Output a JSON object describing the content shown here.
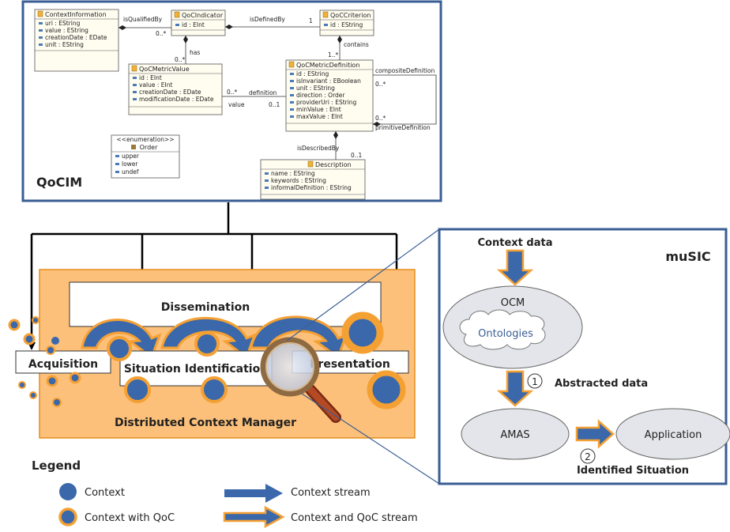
{
  "qocim": {
    "title": "QoCIM",
    "classes": {
      "context_information": {
        "name": "ContextInformation",
        "attrs": [
          "uri : EString",
          "value : EString",
          "creationDate : EDate",
          "unit : EString"
        ]
      },
      "qoc_indicator": {
        "name": "QoCIndicator",
        "attrs": [
          "id : EInt"
        ]
      },
      "qoc_criterion": {
        "name": "QoCCriterion",
        "attrs": [
          "id : EString"
        ]
      },
      "qoc_metric_value": {
        "name": "QoCMetricValue",
        "attrs": [
          "id : EInt",
          "value : EInt",
          "creationDate : EDate",
          "modificationDate : EDate"
        ]
      },
      "qoc_metric_definition": {
        "name": "QoCMetricDefinition",
        "attrs": [
          "id : EString",
          "isInvariant : EBoolean",
          "unit : EString",
          "direction : Order",
          "providerUri : EString",
          "minValue : EInt",
          "maxValue : EInt"
        ]
      },
      "order": {
        "stereotype": "<<enumeration>>",
        "name": "Order",
        "attrs": [
          "upper",
          "lower",
          "undef"
        ]
      },
      "description": {
        "name": "Description",
        "attrs": [
          "name : EString",
          "keywords : EString",
          "informalDefinition : EString"
        ]
      }
    },
    "relations": {
      "is_qualified_by": "isQualifiedBy",
      "mult_qualified": "0..*",
      "is_defined_by": "isDefinedBy",
      "mult_defined": "1",
      "has": "has",
      "mult_has": "0..*",
      "contains": "contains",
      "mult_contains": "1..*",
      "definition": "definition",
      "mult_definition": "0..*",
      "value": "value",
      "mult_value": "0..1",
      "composite_definition": "compositeDefinition",
      "mult_composite": "0..*",
      "primitive_definition": "primitiveDefinition",
      "mult_primitive": "0..*",
      "is_described_by": "isDescribedBy",
      "mult_described": "0..1"
    }
  },
  "manager": {
    "title": "Distributed Context Manager",
    "dissemination": "Dissemination",
    "acquisition": "Acquisition",
    "situation_identification": "Situation Identification",
    "presentation": "Presentation"
  },
  "music": {
    "title": "muSIC",
    "context_data": "Context data",
    "ocm": "OCM",
    "ontologies": "Ontologies",
    "step1_num": "1",
    "abstracted_data": "Abstracted data",
    "amas": "AMAS",
    "application": "Application",
    "step2_num": "2",
    "identified_situation": "Identified Situation"
  },
  "legend": {
    "title": "Legend",
    "context": "Context",
    "context_qoc": "Context with QoC",
    "context_stream": "Context stream",
    "context_qoc_stream": "Context and QoC stream"
  },
  "colors": {
    "blue": "#3a68aa",
    "orange": "#f5a033",
    "light_orange": "#fcc07a",
    "frame_blue": "#3a5e94",
    "ellipse_gray": "#e3e5ea",
    "class_fill": "#fffdf0",
    "class_icon": "#f0b23a"
  }
}
